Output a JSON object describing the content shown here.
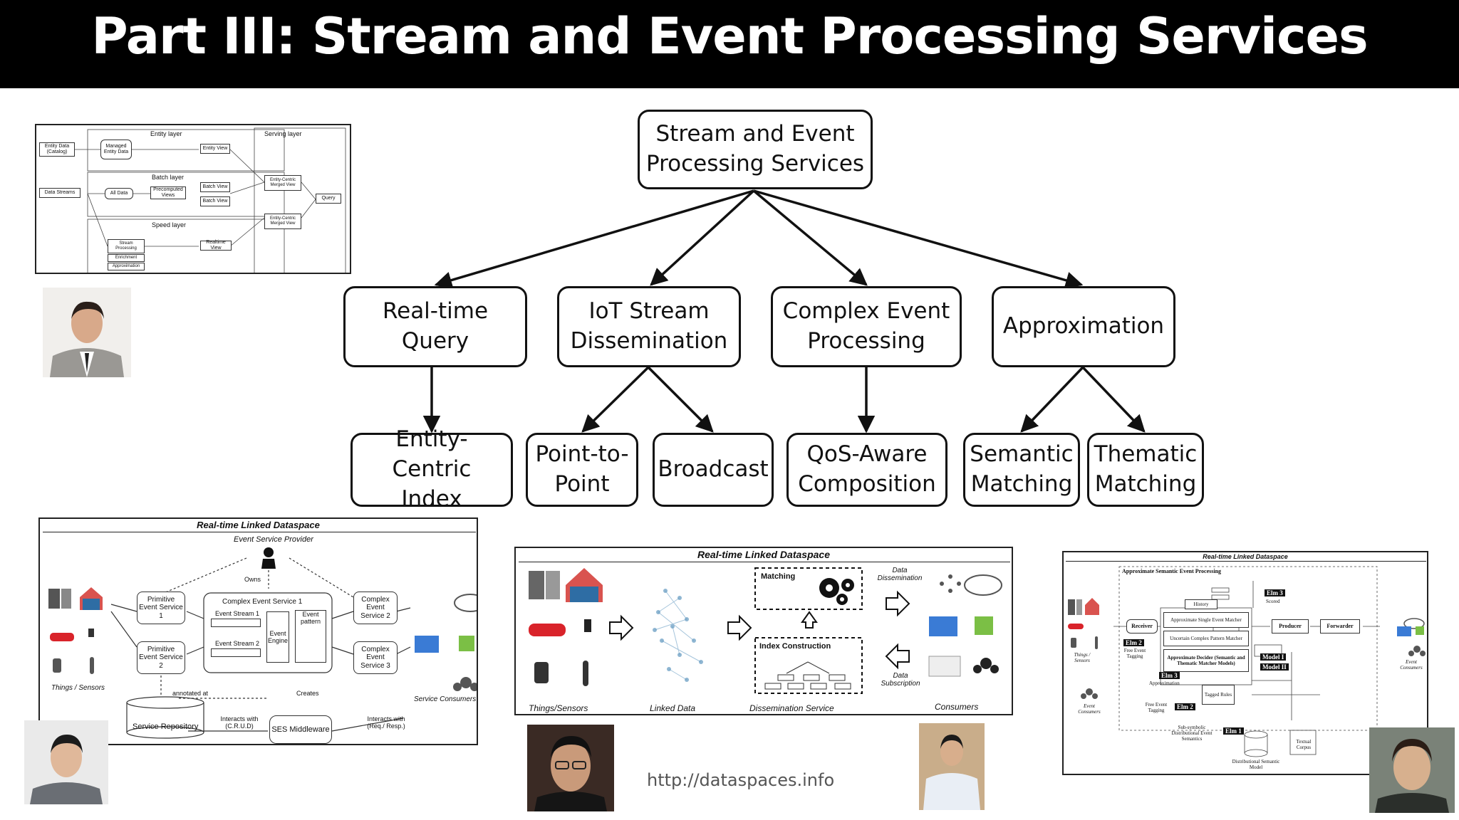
{
  "slide": {
    "title": "Part III: Stream and Event Processing Services",
    "url": "http://dataspaces.info"
  },
  "tree": {
    "root": [
      "Stream and Event",
      "Processing Services"
    ],
    "level1": [
      [
        "Real-time",
        "Query"
      ],
      [
        "IoT Stream",
        "Dissemination"
      ],
      [
        "Complex Event",
        "Processing"
      ],
      [
        "Approximation"
      ]
    ],
    "level2": [
      [
        "Entity-Centric",
        "Index"
      ],
      [
        "Point-to-",
        "Point"
      ],
      [
        "Broadcast"
      ],
      [
        "QoS-Aware",
        "Composition"
      ],
      [
        "Semantic",
        "Matching"
      ],
      [
        "Thematic",
        "Matching"
      ]
    ]
  },
  "lambda_diagram": {
    "entity_layer": "Entity layer",
    "batch_layer": "Batch layer",
    "speed_layer": "Speed layer",
    "serving_layer": "Serving layer",
    "entity_data": "Entity Data (Catalog)",
    "managed_entity_data": "Managed Entity Data",
    "entity_view": "Entity View",
    "data_streams": "Data Streams",
    "all_data": "All Data",
    "precomputed_views": "Precomputed Views",
    "batch_view": "Batch View",
    "stream_processing": "Stream Processing",
    "enrichment": "Enrichment",
    "approximation": "Approximation",
    "realtime_view": "Realtime View",
    "merged_view": "Entity-Centric Merged View",
    "query": "Query"
  },
  "ces_diagram": {
    "title": "Real-time Linked Dataspace",
    "provider": "Event Service Provider",
    "owns": "Owns",
    "primitive_1": "Primitive Event Service 1",
    "primitive_2": "Primitive Event Service 2",
    "complex_service": "Complex Event Service 1",
    "event_stream_1": "Event Stream 1",
    "event_stream_2": "Event Stream 2",
    "event_engine": "Event Engine",
    "event_pattern": "Event pattern",
    "complex_2": "Complex Event Service 2",
    "complex_3": "Complex Event Service 3",
    "things_sensors": "Things / Sensors",
    "service_consumers": "Service Consumers",
    "annotated_at": "annotated at",
    "creates": "Creates",
    "service_repository": "Service Repository",
    "interacts_crud": "Interacts with (C.R.U.D)",
    "ses_middleware": "SES Middleware",
    "interacts_req": "Interacts with (Req./ Resp.)"
  },
  "dissemination_diagram": {
    "title": "Real-time Linked Dataspace",
    "matching": "Matching",
    "index_construction": "Index  Construction",
    "data_dissemination": "Data Dissemination",
    "data_subscription": "Data Subscription",
    "things_sensors": "Things/Sensors",
    "linked_data": "Linked Data",
    "dissemination_service": "Dissemination Service",
    "consumers": "Consumers"
  },
  "approx_diagram": {
    "title": "Real-time Linked Dataspace",
    "subtitle": "Approximate Semantic Event Processing",
    "receiver": "Receiver",
    "history": "History",
    "single_matcher": "Approximate Single Event Matcher",
    "complex_matcher": "Uncertain Complex Pattern Matcher",
    "decider": "Approximate Decider (Semantic and Thematic Matcher Models)",
    "producer": "Producer",
    "forwarder": "Forwarder",
    "elm3_scored": "Elm 3",
    "scored": "Scored",
    "model1": "Model I",
    "model2": "Model II",
    "elm2": "Elm 2",
    "free_event_tagging": "Free Event Tagging",
    "elm3": "Elm 3",
    "approximation": "Approximation",
    "tagged_rules": "Tagged Rules",
    "free_event_tagging_2": "Free Event Tagging",
    "elm2b": "Elm 2",
    "elm1": "Elm 1",
    "subsymbolic": "Sub-symbolic Distributional Event Semantics",
    "textual_corpus": "Textual Corpus",
    "distributional_model": "Distributional Semantic Model",
    "things_sensors": "Things / Sensors",
    "event_consumers_left": "Event Consumers",
    "event_consumers_right": "Event Consumers"
  },
  "colors": {
    "title_bg": "#000000",
    "title_fg": "#ffffff",
    "node_border": "#111111",
    "url": "#555555"
  }
}
